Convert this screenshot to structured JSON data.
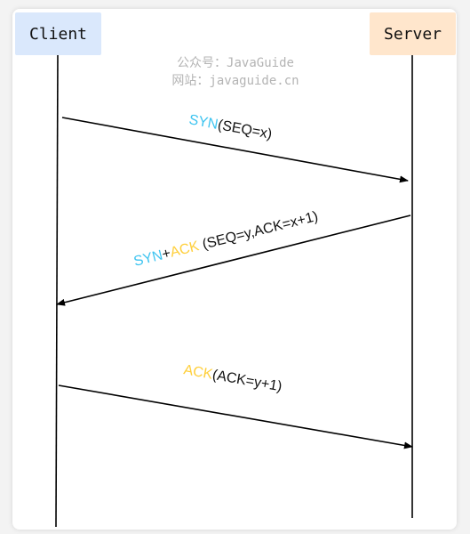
{
  "colors": {
    "client_box": "#dae8fc",
    "server_box": "#ffe6cc",
    "syn": "#3ec4f0",
    "ack": "#ffcf3a",
    "text": "#111111",
    "line": "#000000"
  },
  "actors": {
    "client": "Client",
    "server": "Server"
  },
  "watermark": {
    "line1": "公众号：JavaGuide",
    "line2": "网站：javaguide.cn"
  },
  "messages": [
    {
      "from": "client",
      "to": "server",
      "parts": [
        {
          "text": "SYN",
          "color": "syn"
        },
        {
          "text": "(SEQ=x)",
          "color": "text"
        }
      ]
    },
    {
      "from": "server",
      "to": "client",
      "parts": [
        {
          "text": "SYN",
          "color": "syn"
        },
        {
          "text": "+",
          "color": "text"
        },
        {
          "text": "ACK",
          "color": "ack"
        },
        {
          "text": " (SEQ=y,ACK=x+1)",
          "color": "text"
        }
      ]
    },
    {
      "from": "client",
      "to": "server",
      "parts": [
        {
          "text": "ACK",
          "color": "ack"
        },
        {
          "text": "(ACK=y+1)",
          "color": "text"
        }
      ]
    }
  ]
}
